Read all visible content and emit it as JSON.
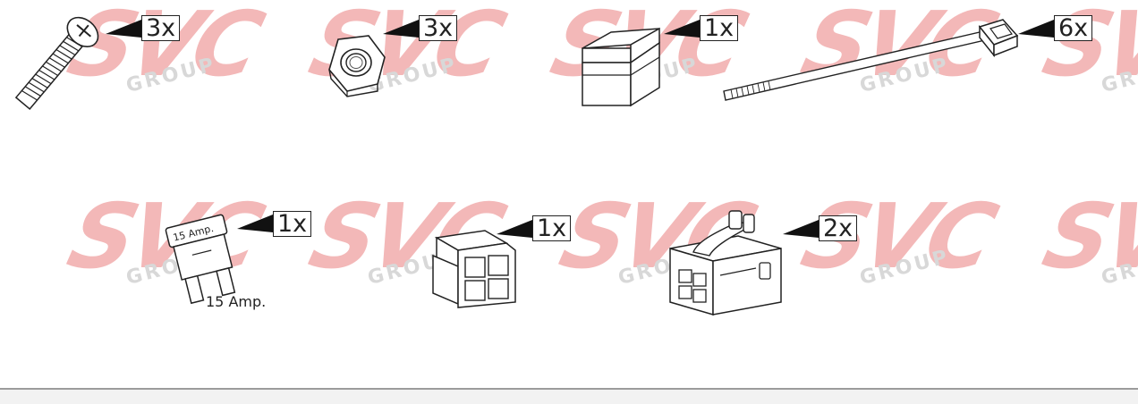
{
  "watermark": {
    "brand": "SVC",
    "sub": "GROUP",
    "color": "#f3b8b8"
  },
  "parts": [
    {
      "name": "screw",
      "qty": "3x"
    },
    {
      "name": "hex-nut",
      "qty": "3x"
    },
    {
      "name": "fuse-holder-cap",
      "qty": "1x"
    },
    {
      "name": "cable-tie",
      "qty": "6x"
    },
    {
      "name": "blade-fuse",
      "qty": "1x",
      "caption": "15 Amp.",
      "marking": "15 Amp."
    },
    {
      "name": "two-pin-connector",
      "qty": "1x"
    },
    {
      "name": "latch-connector",
      "qty": "2x"
    }
  ]
}
